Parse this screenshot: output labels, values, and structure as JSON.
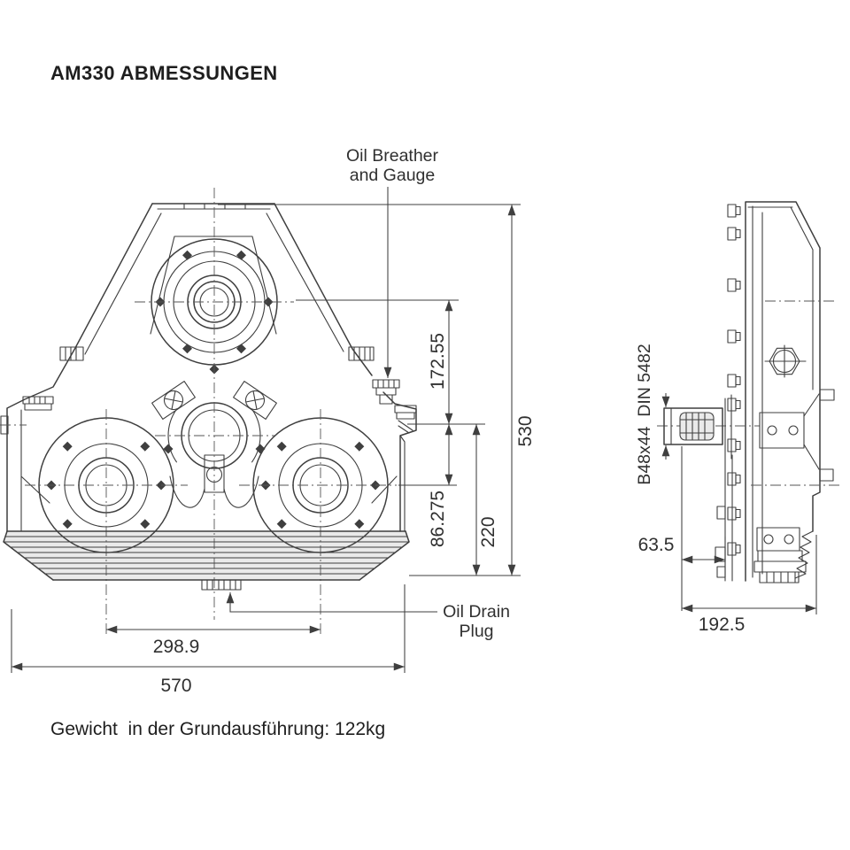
{
  "page": {
    "title": "AM330 ABMESSUNGEN",
    "footer": "Gewicht  in der Grundausführung: 122kg"
  },
  "labels": {
    "oil_breather_1": "Oil Breather",
    "oil_breather_2": "and Gauge",
    "oil_drain_1": "Oil Drain",
    "oil_drain_2": "Plug",
    "spline_spec": "B48x44  DIN 5482"
  },
  "dimensions": {
    "front_total_height": "530",
    "front_top_shaft_to_mount": "172.55",
    "front_mount_to_lower_shaft": "86.275",
    "front_mount_to_base": "220",
    "front_lower_shaft_spacing": "298.9",
    "front_total_width": "570",
    "side_shaft_end_to_flange": "63.5",
    "side_total_depth": "192.5"
  },
  "colors": {
    "line": "#3f3f3f",
    "text": "#303030",
    "fin_fill": "#eaeaea"
  }
}
